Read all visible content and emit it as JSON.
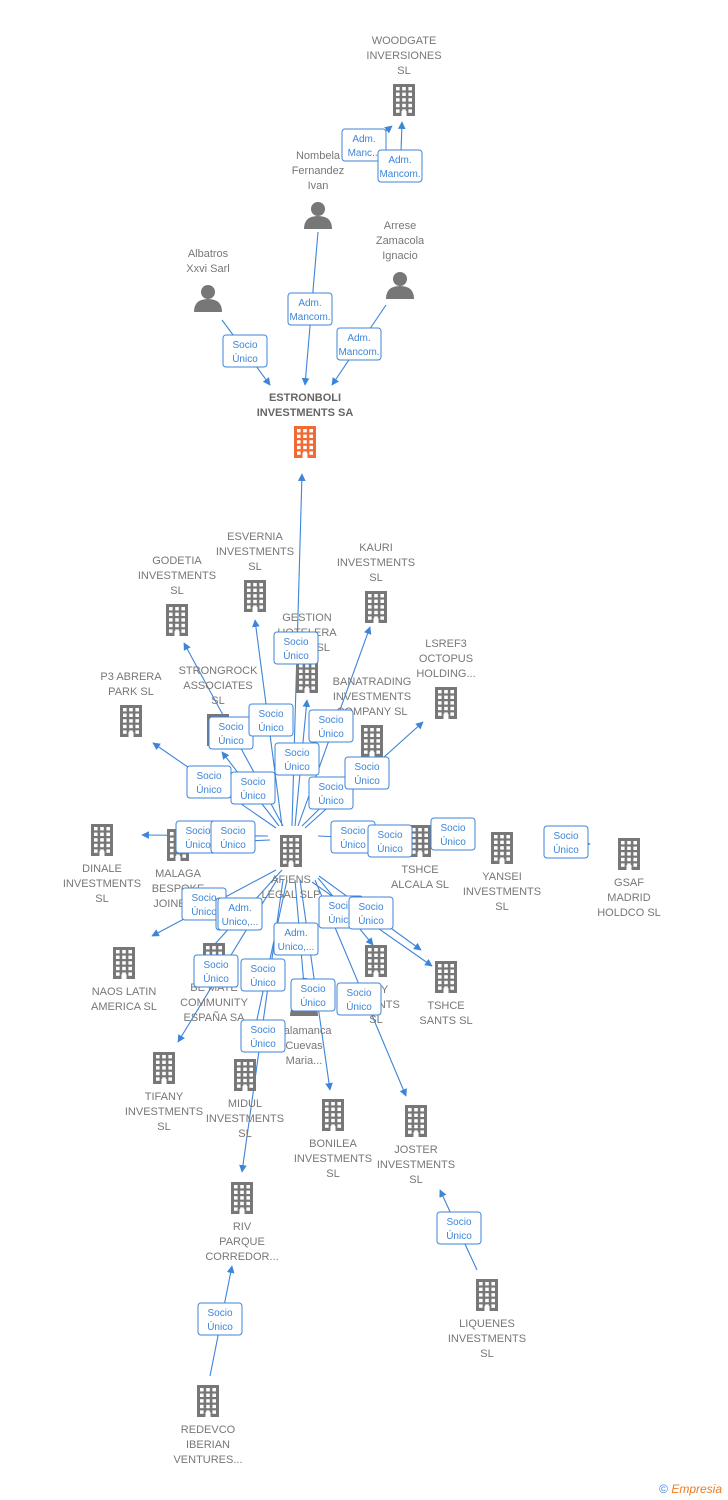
{
  "colors": {
    "link": "#3d85d8",
    "company": "#777777",
    "focus": "#f06a35",
    "label": "#777777"
  },
  "nodes": [
    {
      "id": "woodgate",
      "kind": "company",
      "lines": [
        "WOODGATE",
        "INVERSIONES",
        "SL"
      ]
    },
    {
      "id": "nombela",
      "kind": "person",
      "lines": [
        "Nombela",
        "Fernandez",
        "Ivan"
      ]
    },
    {
      "id": "arrese",
      "kind": "person",
      "lines": [
        "Arrese",
        "Zamacola",
        "Ignacio"
      ]
    },
    {
      "id": "albatros",
      "kind": "person",
      "lines": [
        "Albatros",
        "Xxvi Sarl"
      ]
    },
    {
      "id": "estronboli",
      "kind": "focus",
      "lines": [
        "ESTRONBOLI",
        "INVESTMENTS SA"
      ]
    },
    {
      "id": "esvernia",
      "kind": "company",
      "lines": [
        "ESVERNIA",
        "INVESTMENTS",
        "SL"
      ]
    },
    {
      "id": "godetia",
      "kind": "company",
      "lines": [
        "GODETIA",
        "INVESTMENTS",
        "SL"
      ]
    },
    {
      "id": "kauri",
      "kind": "company",
      "lines": [
        "KAURI",
        "INVESTMENTS",
        "SL"
      ]
    },
    {
      "id": "gestion",
      "kind": "company",
      "lines": [
        "GESTION",
        "HOTELERA",
        "EL...A SL"
      ]
    },
    {
      "id": "lsref3",
      "kind": "company",
      "lines": [
        "LSREF3",
        "OCTOPUS",
        "HOLDING..."
      ]
    },
    {
      "id": "p3abrera",
      "kind": "company",
      "lines": [
        "P3 ABRERA",
        "PARK SL"
      ]
    },
    {
      "id": "strongrock",
      "kind": "company",
      "lines": [
        "STRONGROCK",
        "ASSOCIATES",
        "SL"
      ]
    },
    {
      "id": "banatrading",
      "kind": "company",
      "lines": [
        "BANATRADING",
        "INVESTMENTS",
        "COMPANY SL"
      ]
    },
    {
      "id": "dinale",
      "kind": "company",
      "lines": [
        "DINALE",
        "INVESTMENTS",
        "SL"
      ]
    },
    {
      "id": "malaga",
      "kind": "company",
      "lines": [
        "MALAGA",
        "BESPOKE",
        "JOINER..."
      ]
    },
    {
      "id": "afiens",
      "kind": "company",
      "lines": [
        "AFIENS",
        "LEGAL SLP"
      ]
    },
    {
      "id": "tshcealcala",
      "kind": "company",
      "lines": [
        "TSHCE",
        "ALCALA SL"
      ]
    },
    {
      "id": "yansei",
      "kind": "company",
      "lines": [
        "YANSEI",
        "INVESTMENTS",
        "SL"
      ]
    },
    {
      "id": "gsaf",
      "kind": "company",
      "lines": [
        "GSAF",
        "MADRID",
        "HOLDCO SL"
      ]
    },
    {
      "id": "naos",
      "kind": "company",
      "lines": [
        "NAOS LATIN",
        "AMERICA SL"
      ]
    },
    {
      "id": "bemate",
      "kind": "company",
      "lines": [
        "BE MATE",
        "COMMUNITY",
        "ESPAÑA SA"
      ]
    },
    {
      "id": "dy",
      "kind": "company",
      "lines": [
        "...DY",
        "...MENTS",
        "SL"
      ]
    },
    {
      "id": "tshcesants",
      "kind": "company",
      "lines": [
        "TSHCE",
        "SANTS SL"
      ]
    },
    {
      "id": "salamanca",
      "kind": "person",
      "lines": [
        "Salamanca",
        "Cuevas",
        "Maria..."
      ]
    },
    {
      "id": "tifany",
      "kind": "company",
      "lines": [
        "TIFANY",
        "INVESTMENTS",
        "SL"
      ]
    },
    {
      "id": "midul",
      "kind": "company",
      "lines": [
        "MIDUL",
        "INVESTMENTS",
        "SL"
      ]
    },
    {
      "id": "bonilea",
      "kind": "company",
      "lines": [
        "BONILEA",
        "INVESTMENTS",
        "SL"
      ]
    },
    {
      "id": "joster",
      "kind": "company",
      "lines": [
        "JOSTER",
        "INVESTMENTS",
        "SL"
      ]
    },
    {
      "id": "riv",
      "kind": "company",
      "lines": [
        "RIV",
        "PARQUE",
        "CORREDOR..."
      ]
    },
    {
      "id": "liquenes",
      "kind": "company",
      "lines": [
        "LIQUENES",
        "INVESTMENTS",
        "SL"
      ]
    },
    {
      "id": "redevco",
      "kind": "company",
      "lines": [
        "REDEVCO",
        "IBERIAN",
        "VENTURES..."
      ]
    }
  ],
  "relations": [
    {
      "id": "r1",
      "lines": [
        "Adm.",
        "Manc..."
      ]
    },
    {
      "id": "r2",
      "lines": [
        "Adm.",
        "Mancom."
      ]
    },
    {
      "id": "r3",
      "lines": [
        "Adm.",
        "Mancom."
      ]
    },
    {
      "id": "r4",
      "lines": [
        "Adm.",
        "Mancom."
      ]
    },
    {
      "id": "r5",
      "lines": [
        "Socio",
        "Único"
      ]
    },
    {
      "id": "r6",
      "lines": [
        "Socio",
        "Único"
      ]
    },
    {
      "id": "r7",
      "lines": [
        "Socio",
        "Único"
      ]
    },
    {
      "id": "r8",
      "lines": [
        "Socio",
        "Único"
      ]
    },
    {
      "id": "r9",
      "lines": [
        "Socio",
        "Único"
      ]
    },
    {
      "id": "r10",
      "lines": [
        "Socio",
        "Único"
      ]
    },
    {
      "id": "r11",
      "lines": [
        "Socio",
        "Único"
      ]
    },
    {
      "id": "r12",
      "lines": [
        "Socio",
        "Único"
      ]
    },
    {
      "id": "r13",
      "lines": [
        "Socio",
        "Único"
      ]
    },
    {
      "id": "r14",
      "lines": [
        "Socio",
        "Único"
      ]
    },
    {
      "id": "r15",
      "lines": [
        "Socio",
        "Único"
      ]
    },
    {
      "id": "r16",
      "lines": [
        "Socio",
        "Único"
      ]
    },
    {
      "id": "r17",
      "lines": [
        "Socio",
        "Único"
      ]
    },
    {
      "id": "r18",
      "lines": [
        "Socio",
        "Único"
      ]
    },
    {
      "id": "r19",
      "lines": [
        "Socio",
        "Único"
      ]
    },
    {
      "id": "r20",
      "lines": [
        "Socio",
        "Único"
      ]
    },
    {
      "id": "r21",
      "lines": [
        "Socio",
        "Único"
      ]
    },
    {
      "id": "r22",
      "lines": [
        "Socio",
        "Único"
      ]
    },
    {
      "id": "r23",
      "lines": [
        "Adm.",
        "Unico,..."
      ]
    },
    {
      "id": "r24",
      "lines": [
        "Adm.",
        "Unico,..."
      ]
    },
    {
      "id": "r25",
      "lines": [
        "Socio",
        "Único"
      ]
    },
    {
      "id": "r26",
      "lines": [
        "Socio",
        "Único"
      ]
    },
    {
      "id": "r27",
      "lines": [
        "Socio",
        "Único"
      ]
    },
    {
      "id": "r28",
      "lines": [
        "Socio",
        "Único"
      ]
    },
    {
      "id": "r29",
      "lines": [
        "Socio",
        "Único"
      ]
    },
    {
      "id": "r30",
      "lines": [
        "Socio",
        "Único"
      ]
    },
    {
      "id": "r31",
      "lines": [
        "Socio",
        "Único"
      ]
    },
    {
      "id": "r32",
      "lines": [
        "Socio",
        "Único"
      ]
    },
    {
      "id": "r33",
      "lines": [
        "Socio",
        "Único"
      ]
    }
  ],
  "footer": {
    "copyright": "©",
    "brand": "Empresia"
  }
}
